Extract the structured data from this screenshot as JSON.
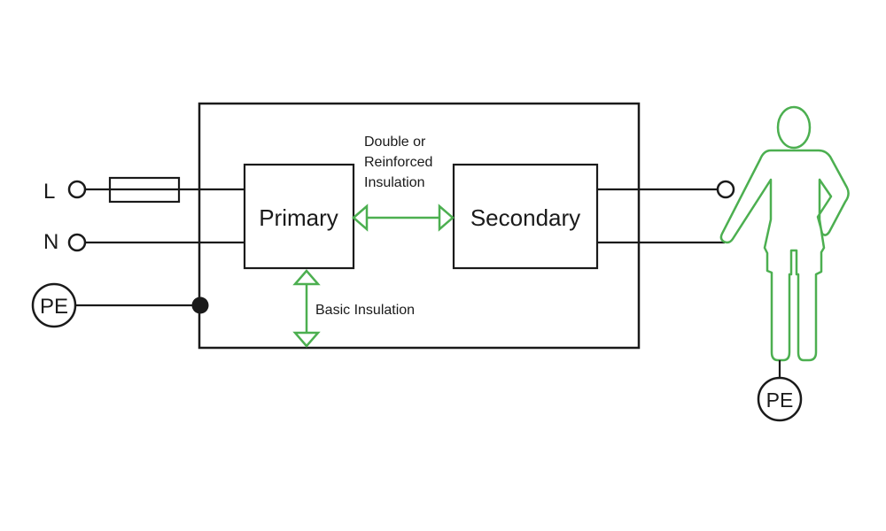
{
  "diagram": {
    "terminals": {
      "line": "L",
      "neutral": "N",
      "protective_earth": "PE",
      "person_earth": "PE"
    },
    "blocks": {
      "primary": "Primary",
      "secondary": "Secondary"
    },
    "insulation": {
      "double_line1": "Double or",
      "double_line2": "Reinforced",
      "double_line3": "Insulation",
      "basic": "Basic Insulation"
    },
    "colors": {
      "line": "#1a1a1a",
      "insulation": "#4caf50",
      "person": "#4caf50"
    }
  }
}
